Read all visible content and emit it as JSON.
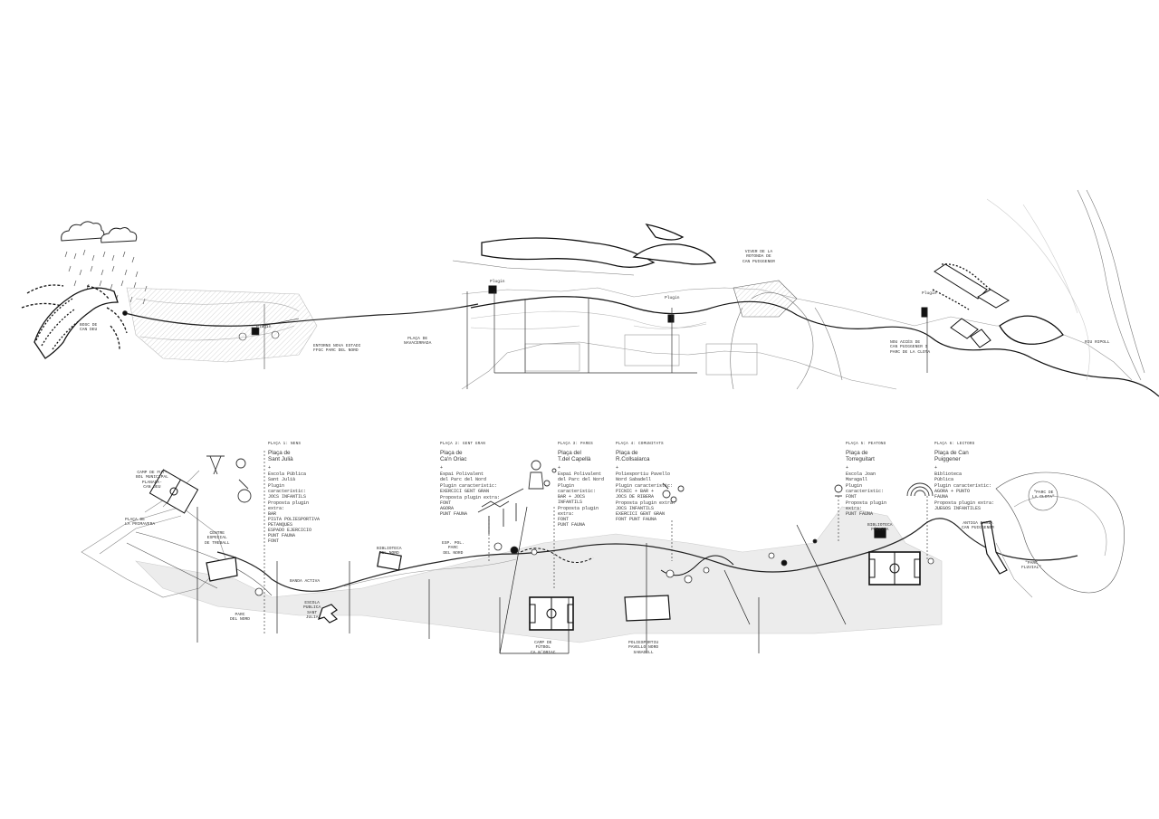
{
  "upper_map": {
    "labels": {
      "bosc_can_deu": "BOSC DE\nCAN DEU",
      "plugin_1": "Plugin",
      "entorns_estadi": "ENTORNS NOVA ESTADI\nFFGC PARC DEL NORD",
      "placa_navacerrada": "PLAÇA DE\nNAVACERRADA",
      "plugin_2": "Plugin",
      "plugin_3": "Plugin",
      "viver_rotonda": "VIVER DE LA\nROTONDA DE\nCAN PUIGGENER",
      "plugin_4": "Plugin",
      "nou_acces": "NOU ACCÉS DE\nCAN PUIGGENER I\nPARC DE LA CLOTA",
      "riu_ripoll": "RIU RIPOLL"
    }
  },
  "lower_map": {
    "labels": {
      "camp_futbol_planada": "CAMP DE FUT-\nBOL MUNICIPAL\nPLANADA-\nCAN DEU",
      "placa_primavera": "PLAÇA DE\nLA PRIMAVERA",
      "centre_especial": "CENTRE\nESPECIAL\nDE TREBALL",
      "banda_activa": "BANDA ACTIVA",
      "parc_del_nord": "PARC\nDEL NORD",
      "escola_sant_julia": "ESCOLA\nPUBLICA\nSANT\nJULIA",
      "biblioteca_nord": "BIBLIOTECA\nDEL NORD",
      "esp_pol_parc_nord": "ESP. POL.\nPARC\nDEL NORD",
      "camp_ca_noriac": "CAMP DE\nFÚTBOL\nCA N'ORIAC",
      "poliesportiu_nord": "POLIESPORTIU\nPAVELLO NORD\nSABADELL",
      "biblioteca_publica": "BIBLIOTECA\nPÚBLICA",
      "antiga_masia": "ANTIGA MASIA\nCAN PUIGGENER",
      "parc_clota_1": "\"PARC DE\nLA CLOTA\"",
      "parc_clota_2": "\"PARC\nFLUVIAL\""
    }
  },
  "plazas": [
    {
      "kicker": "PLAÇA 1: NENS",
      "title": "Plaça de\nSant Julià",
      "partner": "Escola Pública\nSant Julià",
      "base_title": "Plugin característic:",
      "base": "JOCS INFANTILS",
      "extra_title": "Proposta plugin extra:",
      "extra": "BAR\nPISTA POLIESPORTIVA\nPETANQUES\nESPADO EJERCICIO\nPUNT FAUNA\nFONT"
    },
    {
      "kicker": "PLAÇA 2: GENT GRAN",
      "title": "Plaça de\nCa'n Oriac",
      "partner": "Espai Polivalent\ndel Parc del Nord",
      "base_title": "Plugin característic:",
      "base": "EXERCICI GENT GRAN",
      "extra_title": "Proposta plugin extra:",
      "extra": "FONT\nAGORA\nPUNT FAUNA"
    },
    {
      "kicker": "PLAÇA 3: PARES",
      "title": "Plaça del\nT.del Capellà",
      "partner": "Espai Polivalent\ndel Parc del Nord",
      "base_title": "Plugin característic:",
      "base": "BAR + JOCS\nINFANTILS",
      "extra_title": "Proposta plugin extra:",
      "extra": "FONT\nPUNT FAUNA"
    },
    {
      "kicker": "PLAÇA 4: COMUNITATS",
      "title": "Plaça de\nR.Collsalarca",
      "partner": "Poliesportiu Pavello\nNord Sabadell",
      "base_title": "Plugin característic:",
      "base": "PICNIC + BAR +\nJOCS DE RIBERA",
      "extra_title": "Proposta plugin extra:",
      "extra": "JOCS INFANTILS\nEXERCICI GENT GRAN\nFONT PUNT FAUNA"
    },
    {
      "kicker": "PLAÇA 5: PEATONS",
      "title": "Plaça de\nTorreguitart",
      "partner": "Escola Joan\nMaragall",
      "base_title": "Plugin característic:",
      "base": "FONT",
      "extra_title": "Proposta plugin extra:",
      "extra": "PUNT FAUNA"
    },
    {
      "kicker": "PLAÇA 6: LECTORS",
      "title": "Plaça de Can\nPuiggener",
      "partner": "Biblioteca\nPública",
      "base_title": "Plugin característic:",
      "base": "AGORA + PUNTO\nFAUNA",
      "extra_title": "Proposta plugin extra:",
      "extra": "JUEGOS INFANTILES"
    }
  ],
  "plus_sign": "+"
}
